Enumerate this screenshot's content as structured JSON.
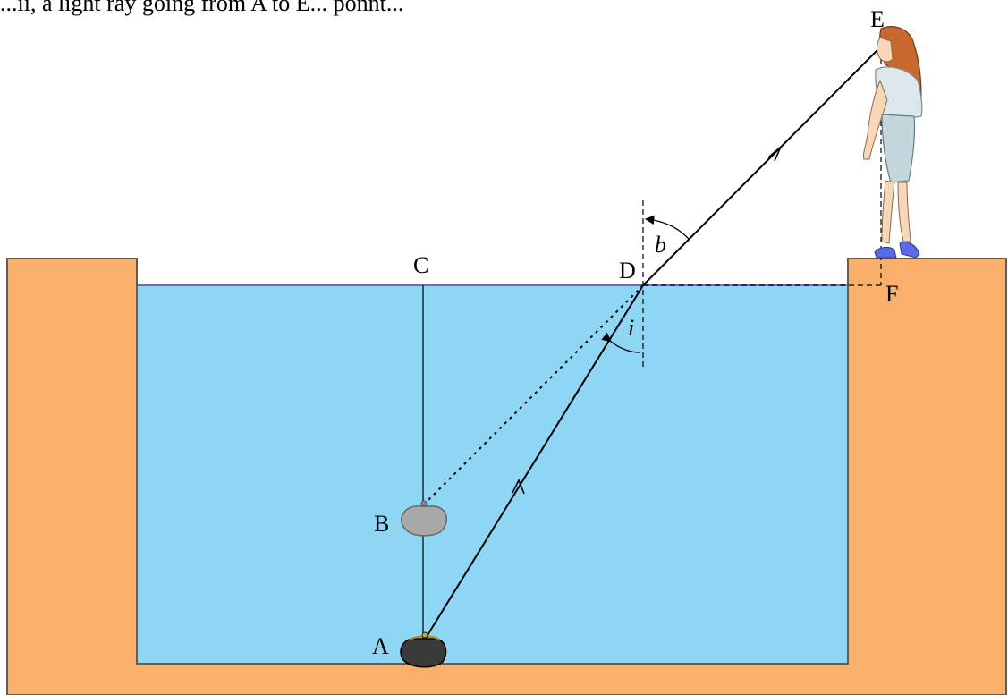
{
  "caption_fragment": "...ii, a light ray going from A to E... ponnt...",
  "labels": {
    "point_a": "A",
    "point_b": "B",
    "point_c": "C",
    "point_d": "D",
    "point_e": "E",
    "point_f": "F",
    "angle_refraction": "b",
    "angle_incidence": "i"
  },
  "colors": {
    "ground": "#F9B06A",
    "water": "#8ED6F4",
    "water_surface": "#7070B0",
    "outline": "#6E5A46",
    "purse_real": "#3A3A3A",
    "purse_image": "#A8A8A8"
  },
  "icons": {
    "observer": "girl-observer-icon",
    "purse": "purse-icon",
    "purse_image": "purse-image-icon"
  }
}
